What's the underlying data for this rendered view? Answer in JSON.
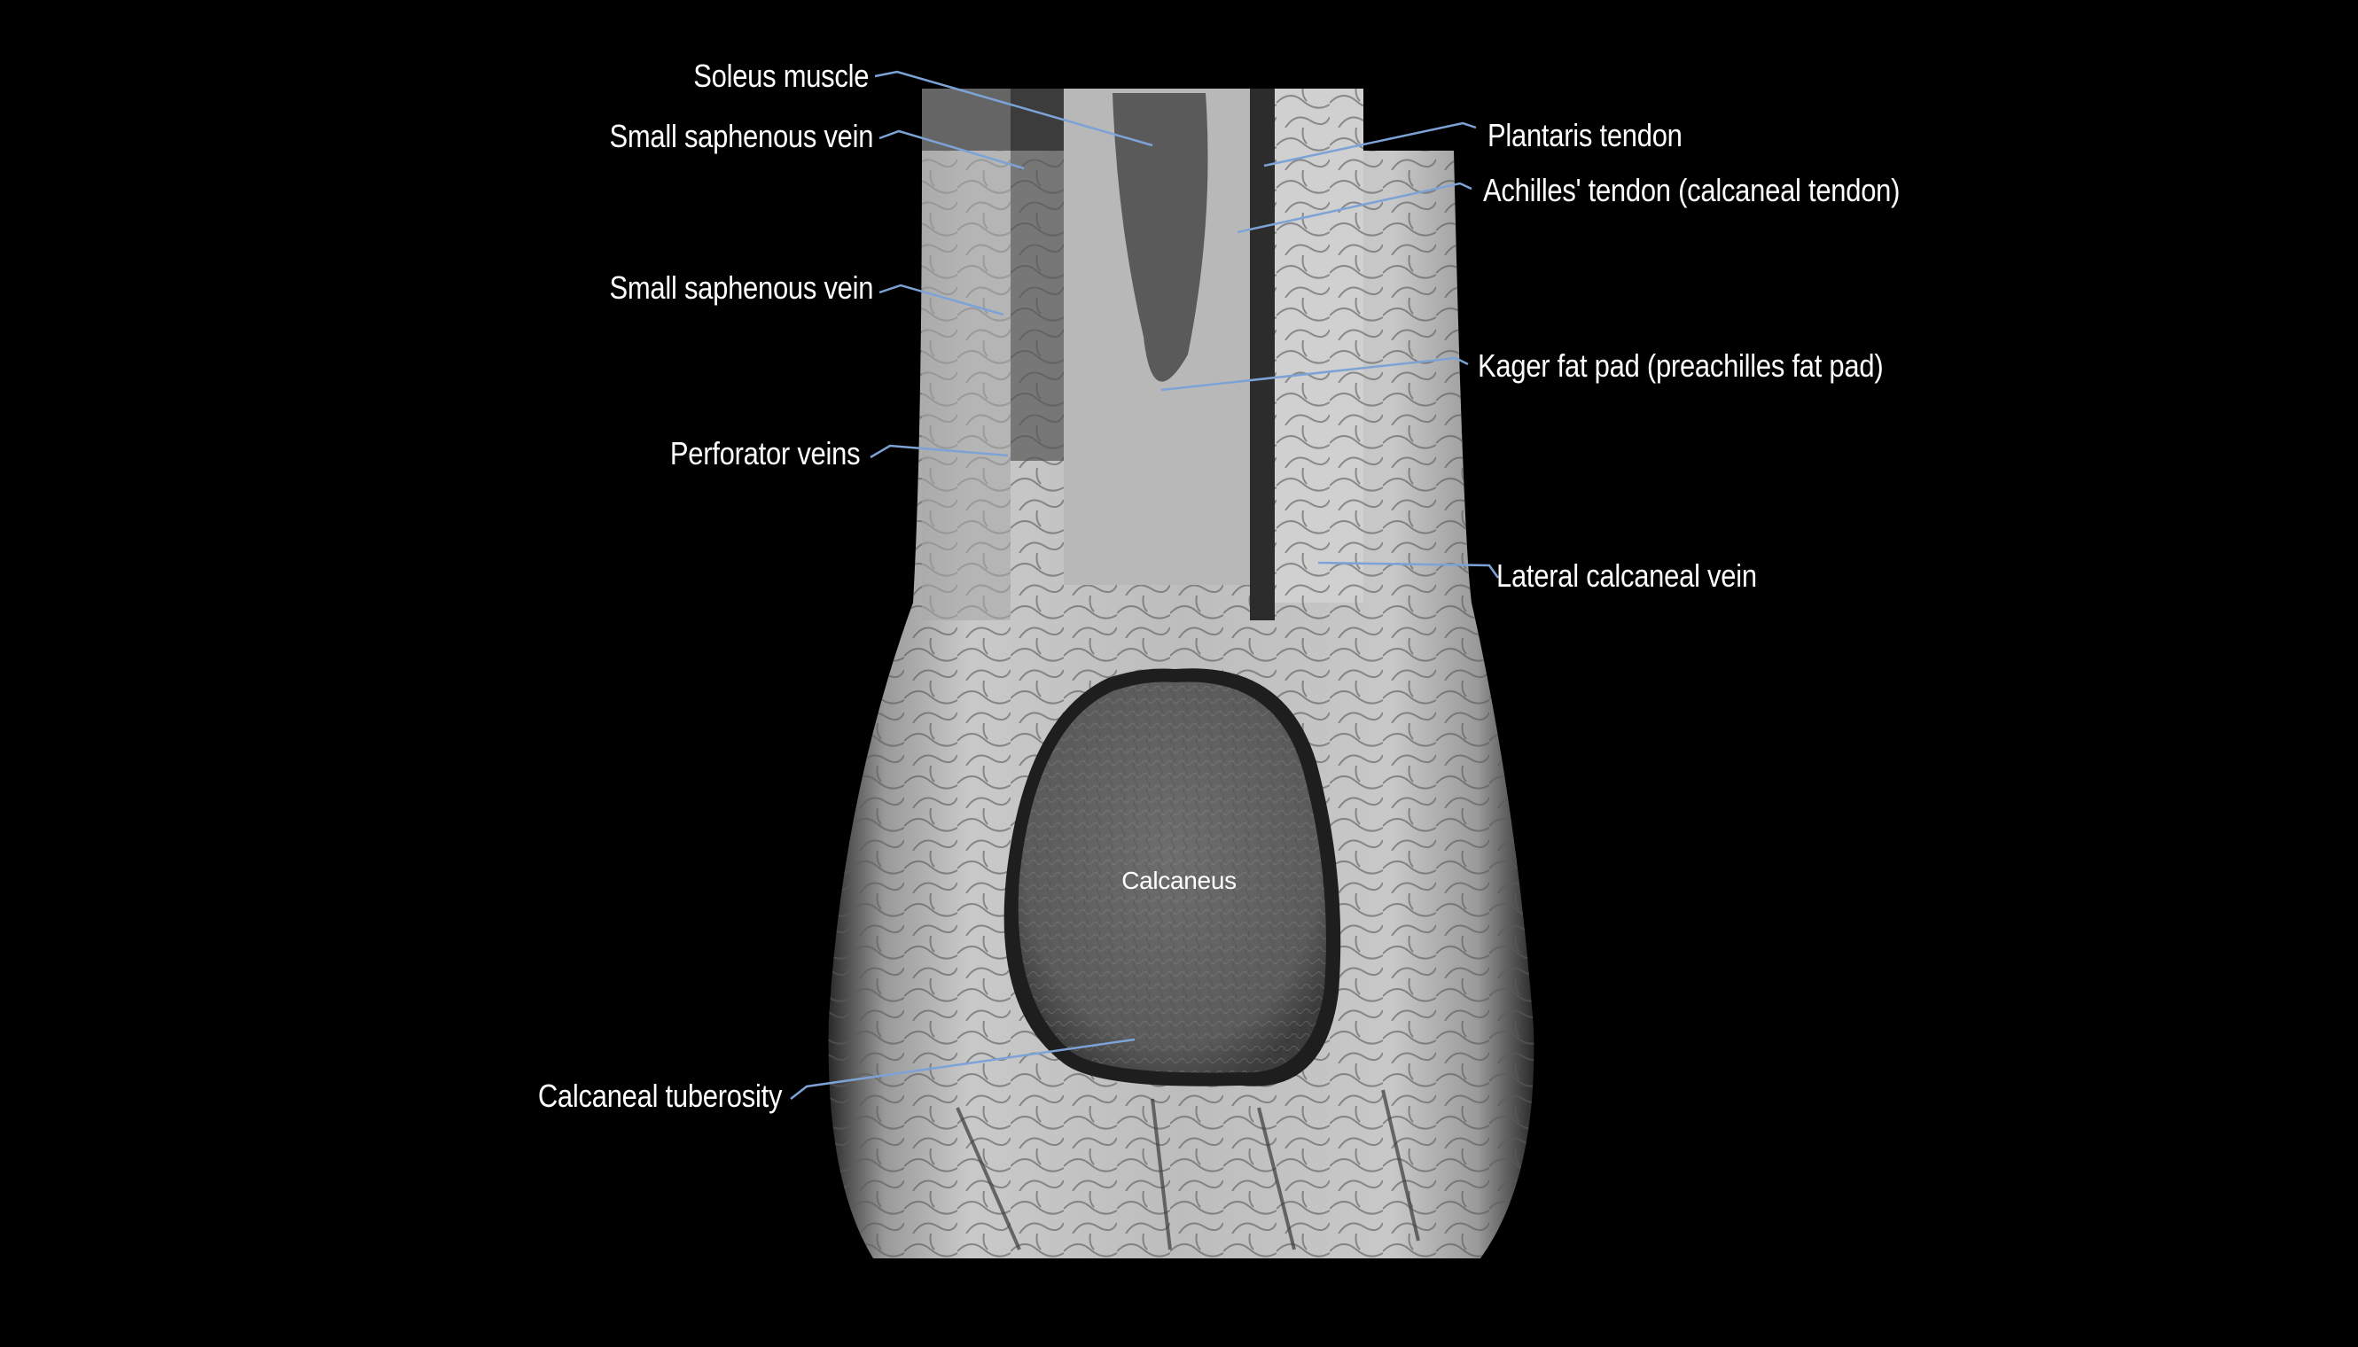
{
  "figure": {
    "type": "MRI coronal section of hindfoot / ankle (posterior)",
    "background_color": "#000000",
    "label_color": "#ffffff",
    "leader_color": "#7da3d6"
  },
  "labels": {
    "soleus_muscle": "Soleus muscle",
    "small_saphenous_vein_upper": "Small saphenous vein",
    "small_saphenous_vein_lower": "Small saphenous vein",
    "perforator_veins": "Perforator veins",
    "calcaneal_tuberosity": "Calcaneal tuberosity",
    "plantaris_tendon": "Plantaris tendon",
    "achilles_tendon": "Achilles' tendon (calcaneal tendon)",
    "kager_fat_pad": "Kager fat pad (preachilles fat pad)",
    "lateral_calcaneal_vein": "Lateral calcaneal vein",
    "calcaneus": "Calcaneus"
  }
}
